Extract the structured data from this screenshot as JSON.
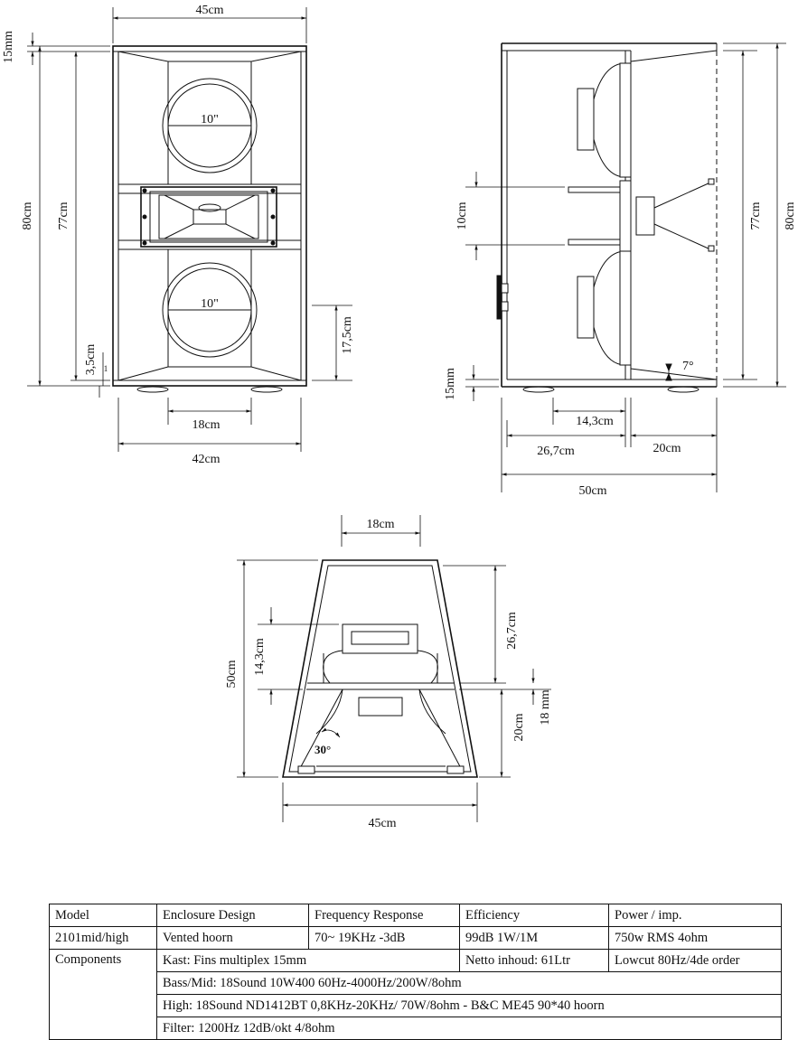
{
  "front_view": {
    "width_top": "45cm",
    "board": "15mm",
    "height_outer": "80cm",
    "height_inner": "77cm",
    "woofer_top": "10\"",
    "woofer_bottom": "10\"",
    "port_height": "17,5cm",
    "foot": "3,5cm",
    "foot_small": "1",
    "port_width": "18cm",
    "width_bottom": "42cm"
  },
  "side_view": {
    "baffle_gap": "10cm",
    "board": "15mm",
    "angle": "7°",
    "height_inner": "77cm",
    "height_outer": "80cm",
    "d1": "14,3cm",
    "d2": "26,7cm",
    "d3": "20cm",
    "depth": "50cm"
  },
  "top_view": {
    "top_width": "18cm",
    "depth": "50cm",
    "d1": "14,3cm",
    "d2": "26,7cm",
    "horn_angle": "30°",
    "board": "18 mm",
    "horn_depth": "20cm",
    "width": "45cm"
  },
  "spec_table": {
    "headers": [
      "Model",
      "Enclosure Design",
      "Frequency Response",
      "Efficiency",
      "Power / imp."
    ],
    "row1": [
      "2101mid/high",
      "Vented hoorn",
      "70~ 19KHz -3dB",
      "99dB 1W/1M",
      "750w RMS 4ohm"
    ],
    "components_label": "Components",
    "kast": "Kast: Fins multiplex 15mm",
    "netto": "Netto inhoud: 61Ltr",
    "lowcut": "Lowcut 80Hz/4de order",
    "bass_mid": "Bass/Mid: 18Sound 10W400 60Hz-4000Hz/200W/8ohm",
    "high": "High: 18Sound ND1412BT 0,8KHz-20KHz/ 70W/8ohm - B&C ME45 90*40 hoorn",
    "filter": "Filter: 1200Hz 12dB/okt 4/8ohm"
  }
}
